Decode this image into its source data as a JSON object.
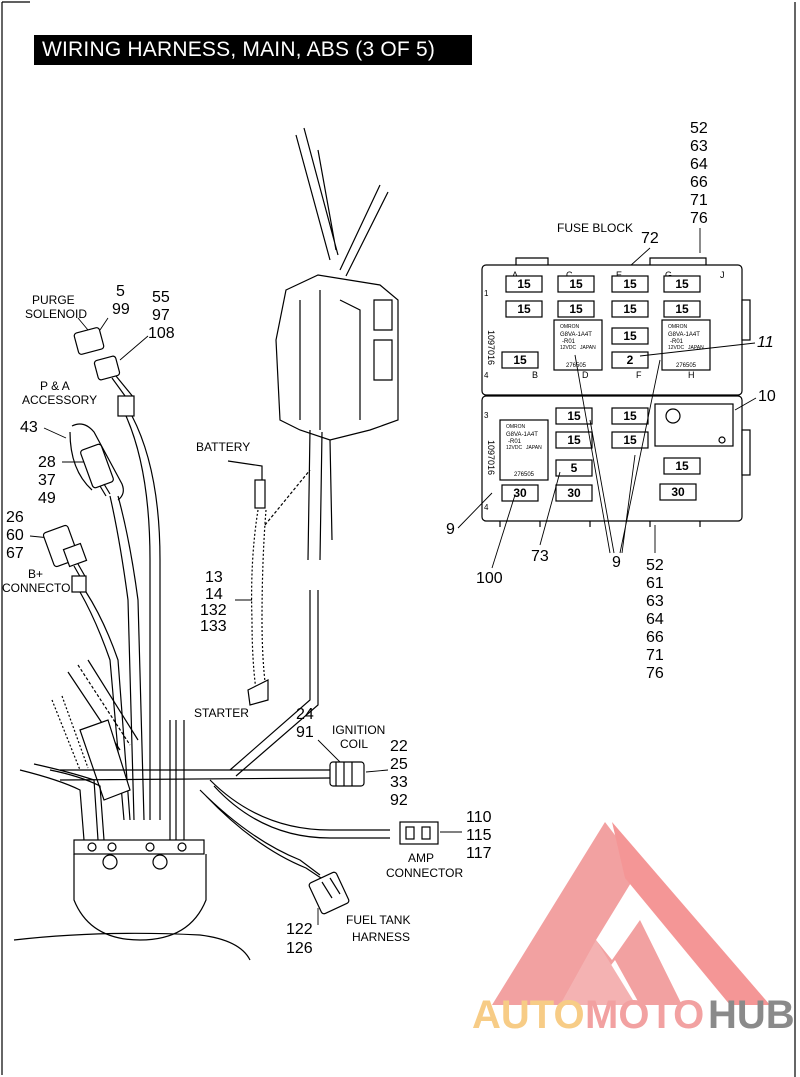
{
  "title": "WIRING HARNESS, MAIN, ABS (3 OF 5)",
  "labels": {
    "fuse_block": "FUSE BLOCK",
    "purge_1": "PURGE",
    "purge_2": "SOLENOID",
    "pa_1": "P & A",
    "pa_2": "ACCESSORY",
    "battery": "BATTERY",
    "bplus_1": "B+",
    "bplus_2": "CONNECTOR",
    "starter": "STARTER",
    "ignition_1": "IGNITION",
    "ignition_2": "COIL",
    "amp_1": "AMP",
    "amp_2": "CONNECTOR",
    "fuel_1": "FUEL TANK",
    "fuel_2": "HARNESS"
  },
  "callouts": {
    "fuse_top": [
      "52",
      "63",
      "64",
      "66",
      "71",
      "76"
    ],
    "fuse_72": "72",
    "fuse_11": "11",
    "fuse_10": "10",
    "fuse_9_left": "9",
    "fuse_100": "100",
    "fuse_73": "73",
    "fuse_9_bottom": "9",
    "fuse_bottom": [
      "52",
      "61",
      "63",
      "64",
      "66",
      "71",
      "76"
    ],
    "purge_a": [
      "5",
      "99"
    ],
    "purge_b": [
      "55",
      "97",
      "108"
    ],
    "pa_43": "43",
    "pa_b": [
      "28",
      "37",
      "49"
    ],
    "bplus": [
      "26",
      "60",
      "67"
    ],
    "starter_cable": [
      "13",
      "14",
      "132",
      "133"
    ],
    "ignition_a": [
      "24",
      "91"
    ],
    "ignition_b": [
      "22",
      "25",
      "33",
      "92"
    ],
    "amp": [
      "110",
      "115",
      "117"
    ],
    "fuel": [
      "122",
      "126"
    ]
  },
  "fuse_block": {
    "upper_row1": [
      "15",
      "15",
      "15",
      "15"
    ],
    "upper_row2": [
      "15",
      "15",
      "15",
      "15"
    ],
    "upper_row3": [
      "15",
      "15"
    ],
    "upper_row3_small": "2",
    "relay_brand": "OMRON",
    "relay_model_1": "G8VA-1A4T",
    "relay_model_2": "-R01",
    "relay_volt": "12VDC",
    "relay_origin": "JAPAN",
    "relay_code": "276505",
    "side_code": "1097016",
    "lower_col1": [
      "15",
      "15",
      "5",
      "30"
    ],
    "lower_col2": [
      "15",
      "15"
    ],
    "lower_right": [
      "15",
      "30"
    ],
    "lower_relay_code": "276505",
    "letters_top": [
      "A",
      "C",
      "E",
      "G",
      "J"
    ],
    "letters_mid": [
      "B",
      "D",
      "F",
      "H"
    ],
    "row_marks": [
      "1",
      "4",
      "3",
      "4"
    ]
  },
  "watermark": {
    "auto": "AUTO",
    "moto": "MOTO",
    "hub": "HUB",
    "color_red": "#e84545",
    "color_orange": "#f6a21a",
    "color_gray": "#555555"
  }
}
